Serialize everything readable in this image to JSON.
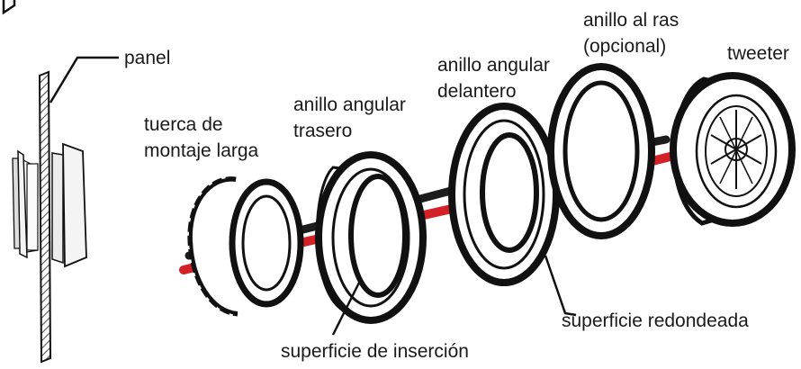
{
  "labels": {
    "panel": "panel",
    "rear_nut_line1": "tuerca de",
    "rear_nut_line2": "montaje larga",
    "rear_ring_line1": "anillo angular",
    "rear_ring_line2": "trasero",
    "front_ring_line1": "anillo angular",
    "front_ring_line2": "delantero",
    "flush_ring_line1": "anillo al ras",
    "flush_ring_line2": "(opcional)",
    "tweeter": "tweeter",
    "rounded_surface": "superficie redondeada",
    "insertion_surface": "superficie de inserción"
  },
  "colors": {
    "outline": "#111111",
    "wire_black": "#1c1c1c",
    "wire_red": "#d42027",
    "hatch": "#555555"
  }
}
